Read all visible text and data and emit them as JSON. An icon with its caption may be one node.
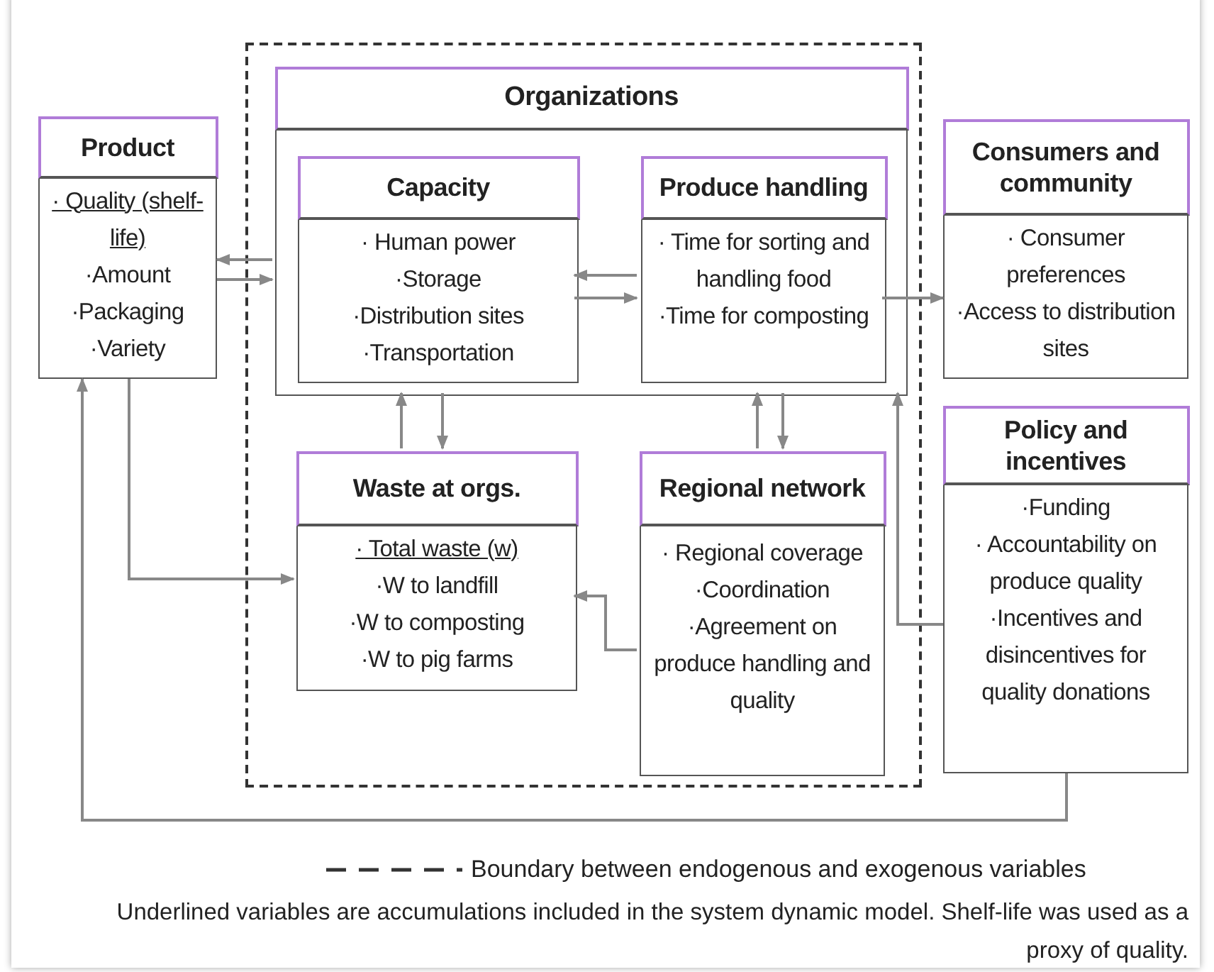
{
  "diagram": {
    "nodes": [
      {
        "text": [],
        "shape": "box"
      },
      {
        "text": [
          "Product",
          "· Quality (shelf-life)",
          "·Amount",
          "·Packaging",
          "·Variety"
        ]
      },
      {
        "text": [
          "Organizations"
        ],
        "in": 0
      },
      {
        "text": [
          "Capacity",
          "· Human power",
          "·Storage",
          "·Distribution sites",
          "·Transportation"
        ],
        "in": 2
      },
      {
        "text": [
          "Produce handling",
          "· Time for sorting and handling food",
          "·Time for composting"
        ],
        "in": 2
      },
      {
        "text": [
          "Consumers and community",
          "· Consumer preferences",
          "·Access to distribution sites"
        ]
      },
      {
        "text": [
          "Waste at orgs.",
          "· Total waste (w)",
          "·W to landfill",
          "·W to composting",
          "·W to pig farms"
        ],
        "in": 0
      },
      {
        "text": [
          "Regional network",
          "· Regional coverage",
          "·Coordination",
          "·Agreement on produce handling and quality"
        ],
        "in": 0
      },
      {
        "text": [
          "Policy and incentives",
          "·Funding",
          "· Accountability on produce quality",
          "·Incentives and disincentives for quality donations"
        ]
      }
    ],
    "edges": [
      {
        "from": 2,
        "to": 1,
        "arrow": "to"
      },
      {
        "from": 1,
        "to": 2,
        "arrow": "to"
      },
      {
        "from": 4,
        "to": 3,
        "arrow": "to"
      },
      {
        "from": 3,
        "to": 4,
        "arrow": "to"
      },
      {
        "from": 4,
        "to": 5,
        "arrow": "to"
      },
      {
        "from": 6,
        "to": 2,
        "arrow": "to"
      },
      {
        "from": 2,
        "to": 6,
        "arrow": "to"
      },
      {
        "from": 7,
        "to": 2,
        "arrow": "to"
      },
      {
        "from": 2,
        "to": 7,
        "arrow": "to"
      },
      {
        "from": 7,
        "to": 6,
        "arrow": "to"
      },
      {
        "from": 8,
        "to": 2,
        "arrow": "to"
      },
      {
        "from": 1,
        "to": 6,
        "arrow": "to"
      },
      {
        "from": 8,
        "to": 1,
        "arrow": "to"
      }
    ],
    "labels": [
      "Underlined variables are accumulations included in the system dynamic model. Shelf-life was used as a proxy of quality."
    ],
    "legend": [
      {
        "text": "Boundary between endogenous and exogenous variables"
      }
    ]
  }
}
